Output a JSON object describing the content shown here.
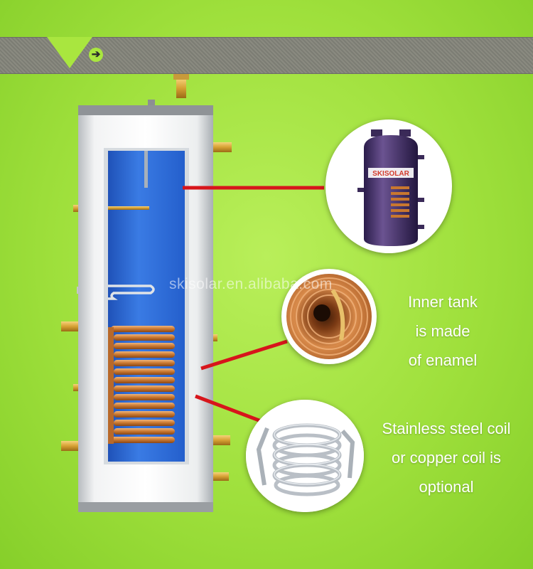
{
  "colors": {
    "background": "#a3e43f",
    "banner": "#848579",
    "tank_inner": "#2f6cd8",
    "pointer_line": "#d7151b",
    "copper": "#c8772f"
  },
  "banner": {
    "arrow_icon": "arrow-right-icon"
  },
  "watermark": "skisolar.en.alibaba.com",
  "product_photo": {
    "logo_text": "SKISOLAR"
  },
  "callouts": {
    "inner_tank": [
      "Inner tank",
      "is made",
      "of enamel"
    ],
    "coil": [
      "Stainless steel coil",
      "or copper coil is",
      "optional"
    ]
  }
}
